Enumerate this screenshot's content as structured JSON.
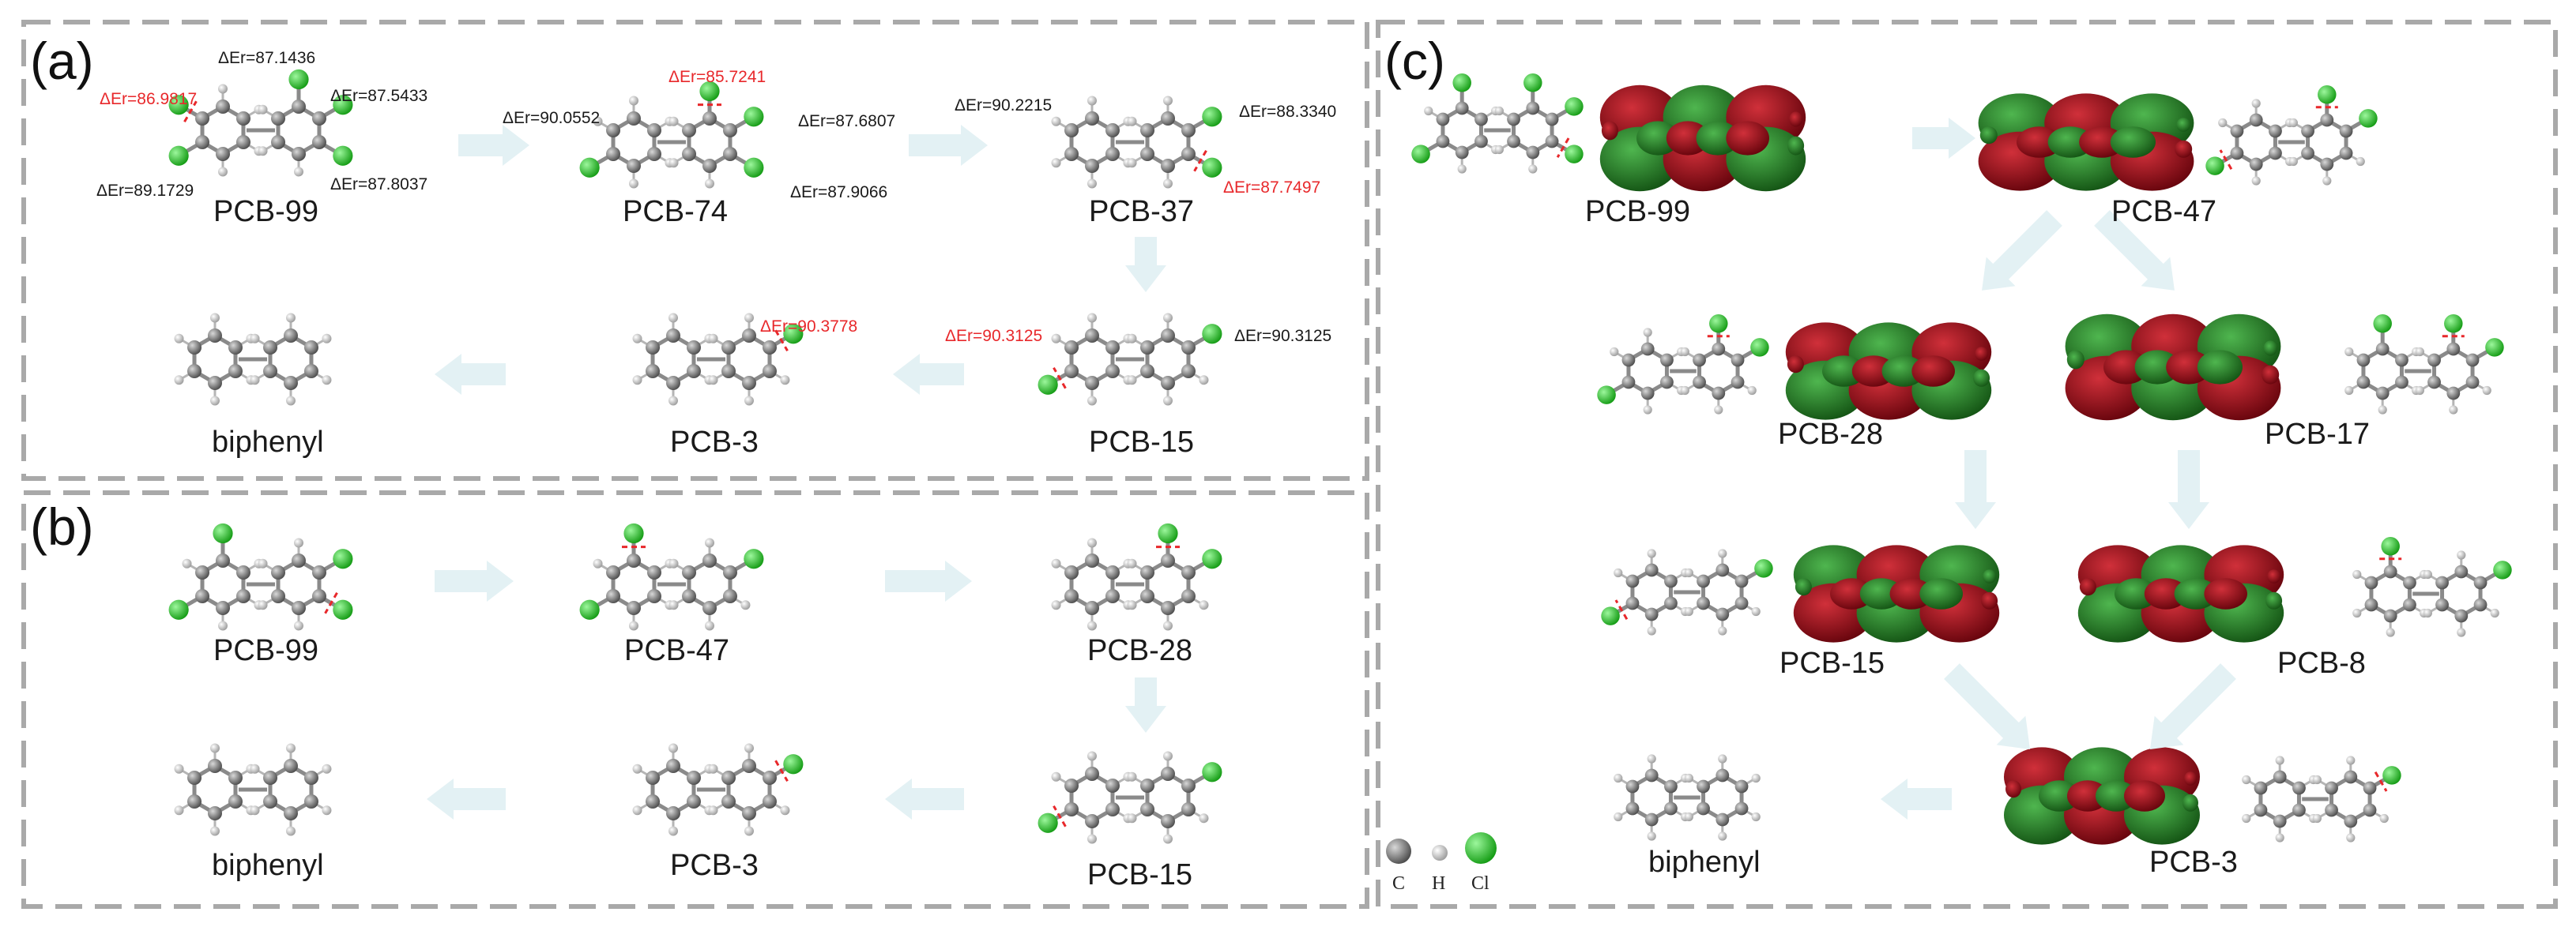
{
  "panels": {
    "a": {
      "label": "(a)",
      "molecules": [
        {
          "name": "PCB-99",
          "de": [
            {
              "text": "ΔEr=87.1436",
              "red": false
            },
            {
              "text": "ΔEr=86.9817",
              "red": true
            },
            {
              "text": "ΔEr=87.5433",
              "red": false
            },
            {
              "text": "ΔEr=89.1729",
              "red": false
            },
            {
              "text": "ΔEr=87.8037",
              "red": false
            }
          ]
        },
        {
          "name": "PCB-74",
          "de": [
            {
              "text": "ΔEr=85.7241",
              "red": true
            },
            {
              "text": "ΔEr=90.0552",
              "red": false
            },
            {
              "text": "ΔEr=87.6807",
              "red": false
            },
            {
              "text": "ΔEr=87.9066",
              "red": false
            }
          ]
        },
        {
          "name": "PCB-37",
          "de": [
            {
              "text": "ΔEr=90.2215",
              "red": false
            },
            {
              "text": "ΔEr=88.3340",
              "red": false
            },
            {
              "text": "ΔEr=87.7497",
              "red": true
            }
          ]
        },
        {
          "name": "PCB-15",
          "de": [
            {
              "text": "ΔEr=90.3125",
              "red": true
            },
            {
              "text": "ΔEr=90.3125",
              "red": false
            }
          ]
        },
        {
          "name": "PCB-3",
          "de": [
            {
              "text": "ΔEr=90.3778",
              "red": true
            }
          ]
        },
        {
          "name": "biphenyl",
          "de": []
        }
      ]
    },
    "b": {
      "label": "(b)",
      "molecules": [
        "PCB-99",
        "PCB-47",
        "PCB-28",
        "PCB-15",
        "PCB-3",
        "biphenyl"
      ]
    },
    "c": {
      "label": "(c)",
      "molecules": [
        "PCB-99",
        "PCB-47",
        "PCB-28",
        "PCB-17",
        "PCB-15",
        "PCB-8",
        "biphenyl",
        "PCB-3"
      ],
      "legend": [
        {
          "symbol": "C",
          "color": "#555555"
        },
        {
          "symbol": "H",
          "color": "#d9d9d9"
        },
        {
          "symbol": "Cl",
          "color": "#22bb22"
        }
      ]
    }
  },
  "colors": {
    "chlorine": "#22bb22",
    "carbon": "#7a7a7a",
    "hydrogen": "#d9d9d9",
    "orbital_red": "#8a0a10",
    "orbital_green": "#1e6e1e",
    "highlight_red": "#e8282b",
    "arrow": "#e3f1f4",
    "panel_border": "#a9a9a9"
  }
}
